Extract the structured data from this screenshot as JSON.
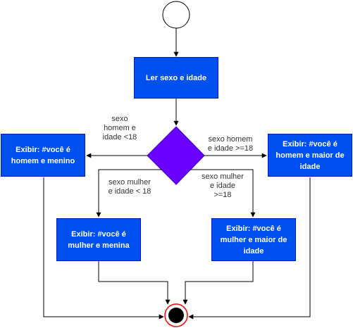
{
  "diagram": {
    "process": {
      "read_input": "Ler sexo e idade"
    },
    "outputs": {
      "boy": [
        "Exibir: #você é",
        "homem e menino"
      ],
      "man": [
        "Exibir: #você é",
        "homem e maior de",
        "idade"
      ],
      "girl": [
        "Exibir: #você é",
        "mulher e menina"
      ],
      "woman": [
        "Exibir: #você é",
        "mulher e maior de",
        "idade"
      ]
    },
    "conditions": {
      "male_under_18": [
        "sexo",
        "homem e",
        "idade <18"
      ],
      "male_adult": [
        "sexo homem",
        "e idade >=18"
      ],
      "female_under_18": [
        "sexo mulher",
        "e idade < 18"
      ],
      "female_adult": [
        "sexo mulher",
        "e idade",
        ">=18"
      ]
    },
    "colors": {
      "process_fill": "#0050ef",
      "decision_fill": "#6a00ff",
      "end_ring": "#ff0000",
      "edge": "#000000",
      "label_text": "#333333"
    }
  }
}
